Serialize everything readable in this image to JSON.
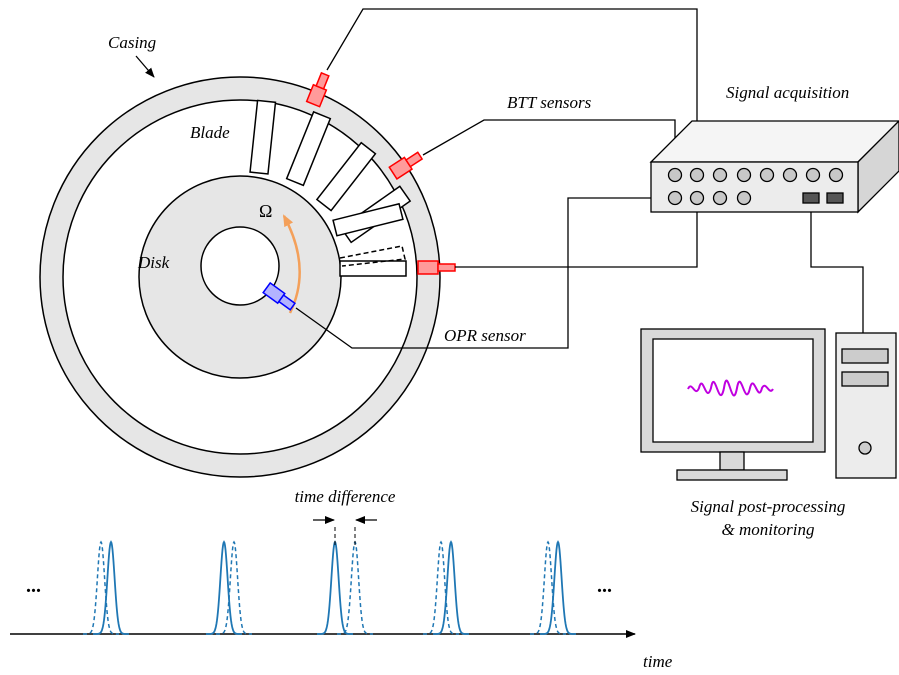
{
  "labels": {
    "casing": "Casing",
    "blade": "Blade",
    "disk": "Disk",
    "omega": "Ω",
    "btt_sensors": "BTT sensors",
    "opr_sensor": "OPR sensor",
    "signal_acquisition": "Signal acquisition",
    "post_processing_line1": "Signal post-processing",
    "post_processing_line2": "& monitoring",
    "time_difference": "time difference",
    "time": "time",
    "ellipsis_left": "...",
    "ellipsis_right": "..."
  },
  "colors": {
    "casing_fill": "#e6e6e6",
    "disk_fill": "#e6e6e6",
    "btt_sensor": "#ff0000",
    "btt_sensor_fill": "#ff9a9a",
    "opr_sensor": "#0000ff",
    "opr_sensor_fill": "#b3b3ff",
    "rotation_arrow": "#f4a05a",
    "pulse": "#1f77b4",
    "waveform": "#c000e0",
    "daq_body": "#ececec",
    "daq_port": "#c8c8c8",
    "daq_switch": "#555555"
  }
}
